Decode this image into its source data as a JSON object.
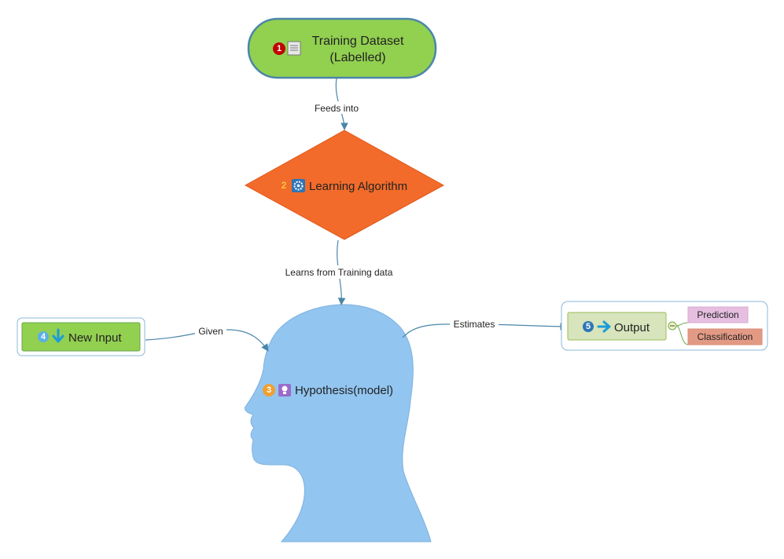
{
  "nodes": {
    "training": {
      "number": "1",
      "title_line1": "Training Dataset",
      "title_line2": "(Labelled)",
      "icon": "document-icon",
      "fill": "#92d050",
      "border": "#4a86a8",
      "badge_color": "#c00000"
    },
    "algorithm": {
      "number": "2",
      "title": "Learning Algorithm",
      "icon": "gear-icon",
      "fill": "#f26b2a",
      "badge_color": "#f0a030"
    },
    "hypothesis": {
      "number": "3",
      "title": "Hypothesis(model)",
      "icon": "lightbulb-icon",
      "fill": "#92c5f0",
      "badge_color": "#f0a030"
    },
    "new_input": {
      "number": "4",
      "title": "New Input",
      "icon": "arrow-down-icon",
      "fill": "#92d050",
      "badge_color": "#5bb0e0"
    },
    "output": {
      "number": "5",
      "title": "Output",
      "icon": "arrow-right-icon",
      "fill": "#d7e4bc",
      "badge_color": "#2e75b6",
      "children": [
        {
          "label": "Prediction",
          "fill": "#e6bfe0"
        },
        {
          "label": "Classification",
          "fill": "#e39a85"
        }
      ]
    }
  },
  "edges": {
    "feeds_into": "Feeds into",
    "learns_from": "Learns from Training data",
    "given": "Given",
    "estimates": "Estimates"
  }
}
